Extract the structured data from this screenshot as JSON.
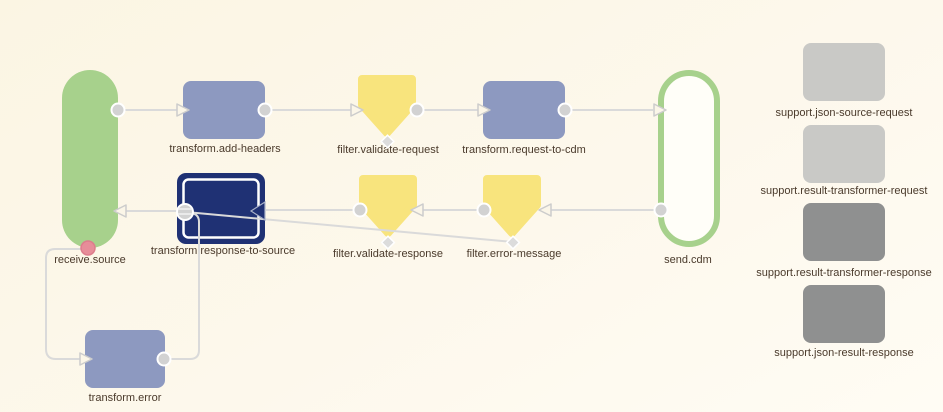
{
  "diagram": {
    "title": "integration-flow-canvas",
    "nodes": [
      {
        "id": "receive.source",
        "label": "receive.source",
        "type": "inbound-endpoint",
        "color": "#a7d18c",
        "selected": false
      },
      {
        "id": "transform.add-headers",
        "label": "transform.add-headers",
        "type": "transformer",
        "color": "#8d99c0",
        "selected": false
      },
      {
        "id": "filter.validate-request",
        "label": "filter.validate-request",
        "type": "filter",
        "color": "#f8e47d",
        "selected": false
      },
      {
        "id": "transform.request-to-cdm",
        "label": "transform.request-to-cdm",
        "type": "transformer",
        "color": "#8d99c0",
        "selected": false
      },
      {
        "id": "send.cdm",
        "label": "send.cdm",
        "type": "outbound-endpoint",
        "color": "#a7d18c",
        "selected": false
      },
      {
        "id": "transform.response-to-source",
        "label": "transform.response-to-source",
        "type": "transformer",
        "color": "#1f3174",
        "selected": true
      },
      {
        "id": "filter.validate-response",
        "label": "filter.validate-response",
        "type": "filter",
        "color": "#f8e47d",
        "selected": false
      },
      {
        "id": "filter.error-message",
        "label": "filter.error-message",
        "type": "filter",
        "color": "#f8e47d",
        "selected": false
      },
      {
        "id": "transform.error",
        "label": "transform.error",
        "type": "transformer",
        "color": "#8d99c0",
        "selected": false
      },
      {
        "id": "support.json-source-request",
        "label": "support.json-source-request",
        "type": "support",
        "color": "#c9c9c6",
        "selected": false
      },
      {
        "id": "support.result-transformer-request",
        "label": "support.result-transformer-request",
        "type": "support",
        "color": "#c9c9c6",
        "selected": false
      },
      {
        "id": "support.result-transformer-response",
        "label": "support.result-transformer-response",
        "type": "support",
        "color": "#8f9090",
        "selected": false
      },
      {
        "id": "support.json-result-response",
        "label": "support.json-result-response",
        "type": "support",
        "color": "#8f9090",
        "selected": false
      }
    ],
    "edges": [
      {
        "from": "receive.source",
        "to": "transform.add-headers"
      },
      {
        "from": "transform.add-headers",
        "to": "filter.validate-request"
      },
      {
        "from": "filter.validate-request",
        "to": "transform.request-to-cdm"
      },
      {
        "from": "transform.request-to-cdm",
        "to": "send.cdm"
      },
      {
        "from": "send.cdm",
        "to": "filter.error-message"
      },
      {
        "from": "filter.error-message",
        "to": "filter.validate-response"
      },
      {
        "from": "filter.validate-response",
        "to": "transform.response-to-source"
      },
      {
        "from": "transform.response-to-source",
        "to": "receive.source"
      },
      {
        "from": "filter.error-message-reject",
        "to": "transform.response-to-source"
      },
      {
        "from": "receive.source-error",
        "to": "transform.error"
      },
      {
        "from": "transform.error",
        "to": "transform.response-to-source"
      }
    ],
    "colors": {
      "background": "#fcf6e6",
      "endpoint_green": "#a7d18c",
      "transformer_blue": "#8d99c0",
      "filter_yellow": "#f8e47d",
      "selected_navy": "#1f3174",
      "support_light_gray": "#c9c9c6",
      "support_dark_gray": "#8f9090",
      "edge_gray": "#dadada",
      "error_port_pink": "#e78d99",
      "label_brown": "#4a3a2b"
    }
  }
}
